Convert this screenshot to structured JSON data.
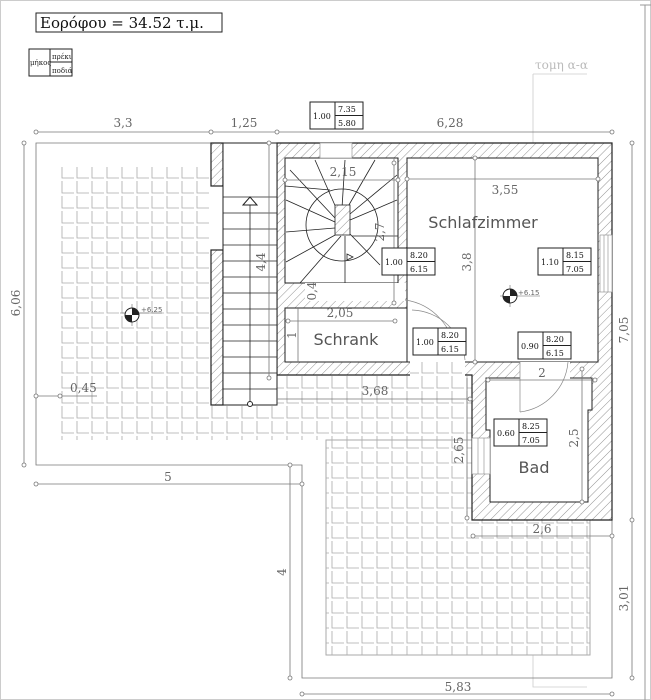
{
  "title": "Εορόφου = 34.52 τ.μ.",
  "legend": {
    "main": "μήκος",
    "top": "πρέκι",
    "bottom": "ποδιά"
  },
  "section_label": "τομη α-α",
  "rooms": {
    "bedroom": "Schlafzimmer",
    "closet": "Schrank",
    "bath": "Bad"
  },
  "elevations": {
    "terrace": "+6.25",
    "bedroom": "+6.15"
  },
  "openings": [
    {
      "main": "1.00",
      "top": "7.35",
      "bottom": "5.80"
    },
    {
      "main": "1.00",
      "top": "8.20",
      "bottom": "6.15"
    },
    {
      "main": "1.10",
      "top": "8.15",
      "bottom": "7.05"
    },
    {
      "main": "1.00",
      "top": "8.20",
      "bottom": "6.15"
    },
    {
      "main": "0.90",
      "top": "8.20",
      "bottom": "6.15"
    },
    {
      "main": "0.60",
      "top": "8.25",
      "bottom": "7.05"
    }
  ],
  "dimensions": {
    "top_left": "3,3",
    "top_mid": "1,25",
    "top_right": "6,28",
    "left_height": "6,06",
    "terrace_offset": "0,45",
    "lower_left_width": "5",
    "lower_height": "4",
    "bottom_width": "5,83",
    "right_lower": "3,01",
    "right_upper": "7,05",
    "bath_width": "2,6",
    "bath_left": "2,65",
    "bath_height": "2,5",
    "bath_inner": "2",
    "corridor": "3,68",
    "bedroom_width": "3,55",
    "bedroom_height": "3,8",
    "spiral_width": "2,15",
    "spiral_depth": "2,7",
    "stair_length": "4,4",
    "landing": "0,4",
    "closet_width": "2,05",
    "closet_depth": "1"
  }
}
